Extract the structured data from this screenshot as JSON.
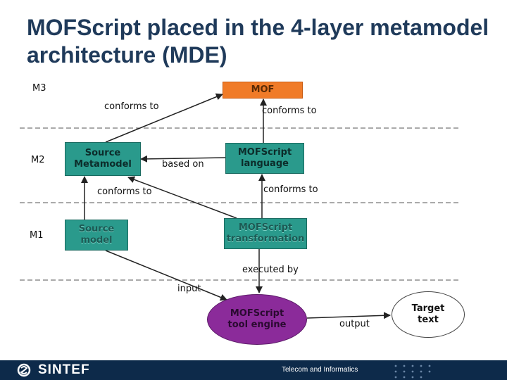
{
  "title": "MOFScript placed in the 4-layer metamodel architecture (MDE)",
  "levels": {
    "m3": "M3",
    "m2": "M2",
    "m1": "M1"
  },
  "nodes": {
    "mof": "MOF",
    "source_metamodel": "Source\nMetamodel",
    "mofscript_language": "MOFScript\nlanguage",
    "source_model": "Source\nmodel",
    "mofscript_transformation": "MOFScript\ntransformation",
    "tool_engine": "MOFScript\ntool engine",
    "target_text": "Target\ntext"
  },
  "edges": {
    "sm_conforms": "conforms to",
    "ml_conforms": "conforms to",
    "based_on": "based on",
    "smodel_conforms": "conforms to",
    "mt_conforms": "conforms to",
    "executed_by": "executed by",
    "input": "input",
    "output": "output"
  },
  "footer": {
    "brand": "SINTEF",
    "dept": "Telecom and Informatics"
  },
  "colors": {
    "mof": "#f07b28",
    "teal": "#2a9a8c",
    "engine": "#8b2b9a",
    "footer": "#0d2a4a",
    "title": "#1f3a5a"
  }
}
